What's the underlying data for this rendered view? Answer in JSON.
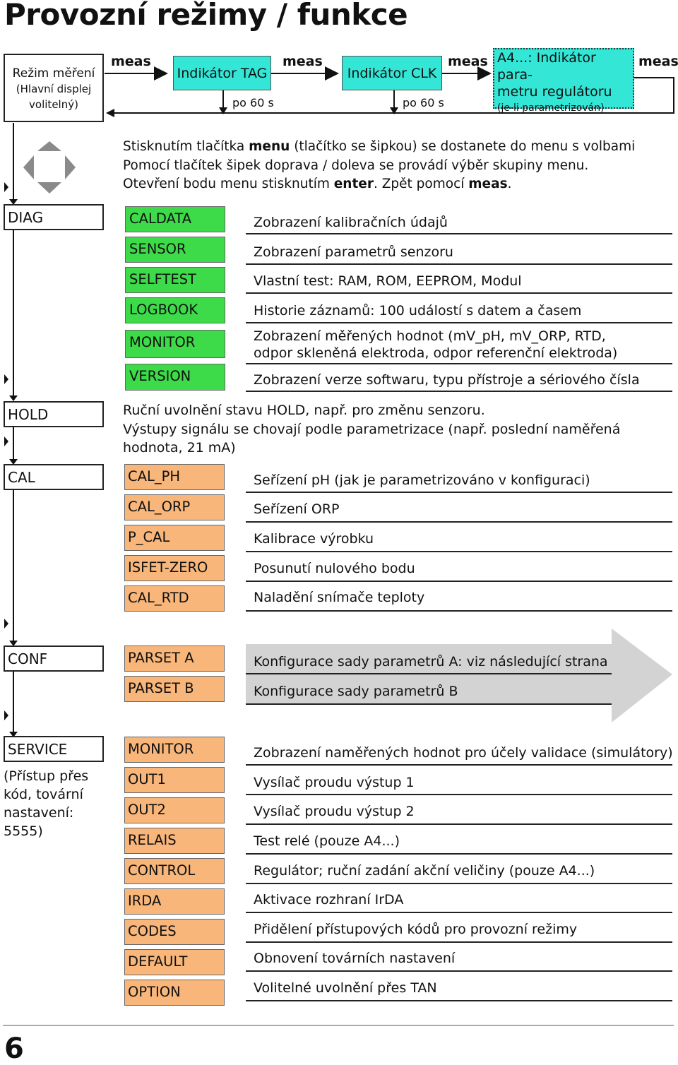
{
  "title": "Provozní režimy / funkce",
  "mode": {
    "line1": "Režim měření",
    "line2": "(Hlavní displej",
    "line3": "volitelný)"
  },
  "flow": {
    "meas": "meas",
    "tag": "Indikátor TAG",
    "clk": "Indikátor CLK",
    "a4_line1": "A4...: Indikátor para-",
    "a4_line2": "metru regulátoru",
    "a4_note": "(je-li parametrizován)",
    "po60": "po 60 s"
  },
  "intro": {
    "l1_a": "Stisknutím tlačítka ",
    "l1_b": "menu",
    "l1_c": " (tlačítko se šipkou)  se dostanete do menu s volbami",
    "l2": "Pomocí tlačítek šipek doprava / doleva se provádí výběr skupiny menu.",
    "l3_a": "Otevření bodu menu stisknutím ",
    "l3_b": "enter",
    "l3_c": ". Zpět pomocí ",
    "l3_d": "meas",
    "l3_e": "."
  },
  "diag": {
    "label": "DIAG",
    "items": [
      {
        "code": "CALDATA",
        "desc": "Zobrazení kalibračních údajů"
      },
      {
        "code": "SENSOR",
        "desc": "Zobrazení parametrů senzoru"
      },
      {
        "code": "SELFTEST",
        "desc": "Vlastní test: RAM, ROM, EEPROM, Modul"
      },
      {
        "code": "LOGBOOK",
        "desc": "Historie záznamů: 100 událostí s datem a časem"
      },
      {
        "code": "MONITOR",
        "desc": "Zobrazení měřených hodnot (mV_pH, mV_ORP, RTD,",
        "desc2": "odpor skleněná elektroda, odpor referenční elektroda)"
      },
      {
        "code": "VERSION",
        "desc": "Zobrazení verze softwaru, typu přístroje a sériového čísla"
      }
    ]
  },
  "hold": {
    "label": "HOLD",
    "l1": "Ruční uvolnění stavu HOLD, např. pro změnu senzoru.",
    "l2": "Výstupy signálu se chovají podle parametrizace (např. poslední naměřená",
    "l3": "hodnota, 21 mA)"
  },
  "cal": {
    "label": "CAL",
    "items": [
      {
        "code": "CAL_PH",
        "desc": "Seřízení pH (jak je parametrizováno v konfiguraci)"
      },
      {
        "code": "CAL_ORP",
        "desc": "Seřízení ORP"
      },
      {
        "code": "P_CAL",
        "desc": "Kalibrace výrobku"
      },
      {
        "code": "ISFET-ZERO",
        "desc": "Posunutí nulového bodu"
      },
      {
        "code": "CAL_RTD",
        "desc": "Naladění snímače teploty"
      }
    ]
  },
  "conf": {
    "label": "CONF",
    "items": [
      {
        "code": "PARSET A",
        "desc": "Konfigurace sady parametrů A: viz následující strana"
      },
      {
        "code": "PARSET B",
        "desc": "Konfigurace sady parametrů B"
      }
    ]
  },
  "service": {
    "label": "SERVICE",
    "note": [
      "(Přístup přes",
      "kód, tovární",
      "nastavení:",
      "5555)"
    ],
    "items": [
      {
        "code": "MONITOR",
        "desc": "Zobrazení naměřených hodnot pro účely validace (simulátory)"
      },
      {
        "code": "OUT1",
        "desc": "Vysílač proudu výstup 1"
      },
      {
        "code": "OUT2",
        "desc": "Vysílač proudu výstup 2"
      },
      {
        "code": "RELAIS",
        "desc": "Test relé (pouze A4...)"
      },
      {
        "code": "CONTROL",
        "desc": "Regulátor; ruční zadání akční veličiny (pouze A4...)"
      },
      {
        "code": "IRDA",
        "desc": "Aktivace rozhraní IrDA"
      },
      {
        "code": "CODES",
        "desc": "Přidělení přístupových kódů pro provozní režimy"
      },
      {
        "code": "DEFAULT",
        "desc": "Obnovení továrních nastavení"
      },
      {
        "code": "OPTION",
        "desc": "Volitelné uvolnění přes TAN"
      }
    ]
  },
  "page_number": "6",
  "colors": {
    "cyan": "#33e6d6",
    "green": "#3ddb49",
    "orange": "#f8b67a",
    "grey_arrow": "#d3d3d3"
  }
}
